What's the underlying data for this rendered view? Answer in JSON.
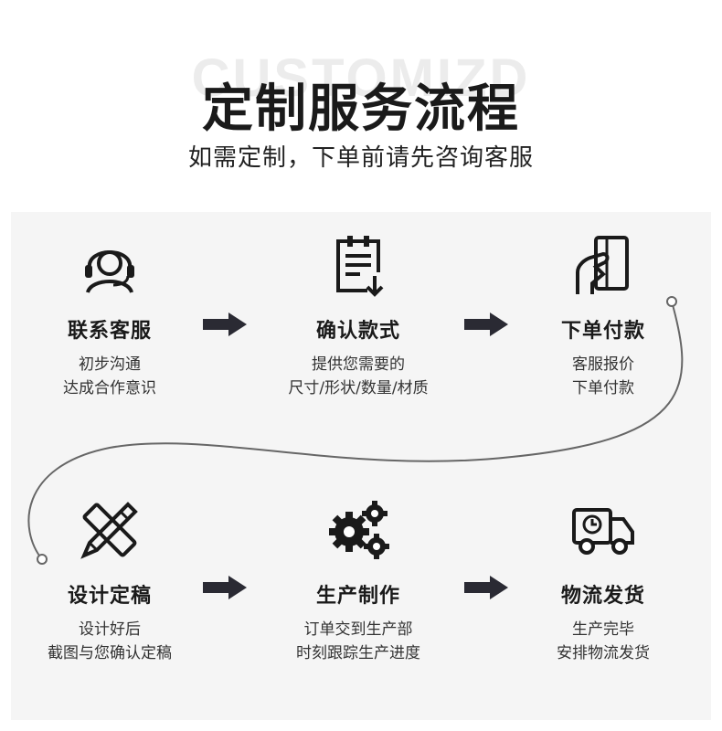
{
  "header": {
    "watermark": "CUSTOMIZD",
    "title": "定制服务流程",
    "subtitle": "如需定制，下单前请先咨询客服"
  },
  "steps": [
    {
      "icon": "headset-icon",
      "name": "联系客服",
      "desc1": "初步沟通",
      "desc2": "达成合作意识"
    },
    {
      "icon": "clipboard-download-icon",
      "name": "确认款式",
      "desc1": "提供您需要的",
      "desc2": "尺寸/形状/数量/材质"
    },
    {
      "icon": "card-in-hand-icon",
      "name": "下单付款",
      "desc1": "客服报价",
      "desc2": "下单付款"
    },
    {
      "icon": "pencil-ruler-icon",
      "name": "设计定稿",
      "desc1": "设计好后",
      "desc2": "截图与您确认定稿"
    },
    {
      "icon": "gears-icon",
      "name": "生产制作",
      "desc1": "订单交到生产部",
      "desc2": "时刻跟踪生产进度"
    },
    {
      "icon": "delivery-truck-icon",
      "name": "物流发货",
      "desc1": "生产完毕",
      "desc2": "安排物流发货"
    }
  ],
  "colors": {
    "text": "#1a1a1a",
    "arrow": "#2a2a33",
    "panel": "#f5f5f5",
    "connector": "#666666"
  }
}
